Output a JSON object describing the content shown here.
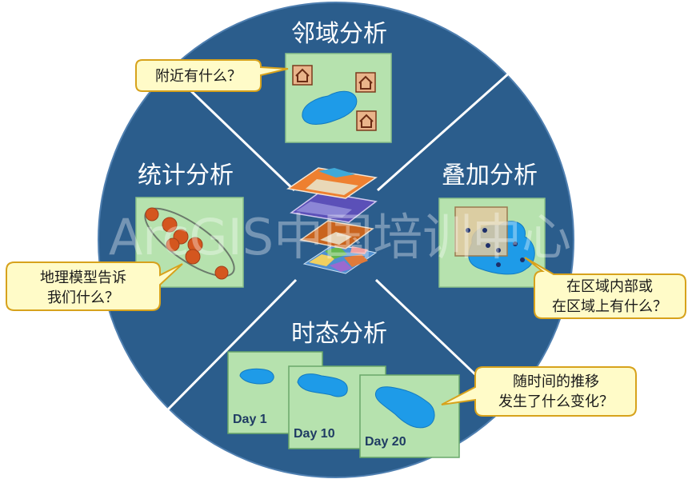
{
  "sections": {
    "neighborhood": {
      "title": "邻域分析"
    },
    "overlay": {
      "title": "叠加分析"
    },
    "statistical": {
      "title": "统计分析"
    },
    "temporal": {
      "title": "时态分析"
    }
  },
  "callouts": {
    "neighborhood": [
      "附近有什么？"
    ],
    "statistical": [
      "地理模型告诉",
      "我们什么？"
    ],
    "overlay": [
      "在区域内部或",
      "在区域上有什么？"
    ],
    "temporal": [
      "随时间的推移",
      "发生了什么变化？"
    ]
  },
  "temporal_panels": [
    "Day 1",
    "Day 10",
    "Day 20"
  ],
  "watermark": "ArcGIS中国培训中心",
  "colors": {
    "circle": "#2b5d8c",
    "panel": "#b6e2ae",
    "lake": "#1e9be8",
    "callout_fill": "#fffbc8",
    "callout_stroke": "#d7a21c",
    "cluster_dot": "#d4561f",
    "house": "#e9b48a"
  },
  "icons": [
    "house-icon",
    "lake-icon",
    "layer-stack-icon",
    "cluster-dot-icon"
  ]
}
